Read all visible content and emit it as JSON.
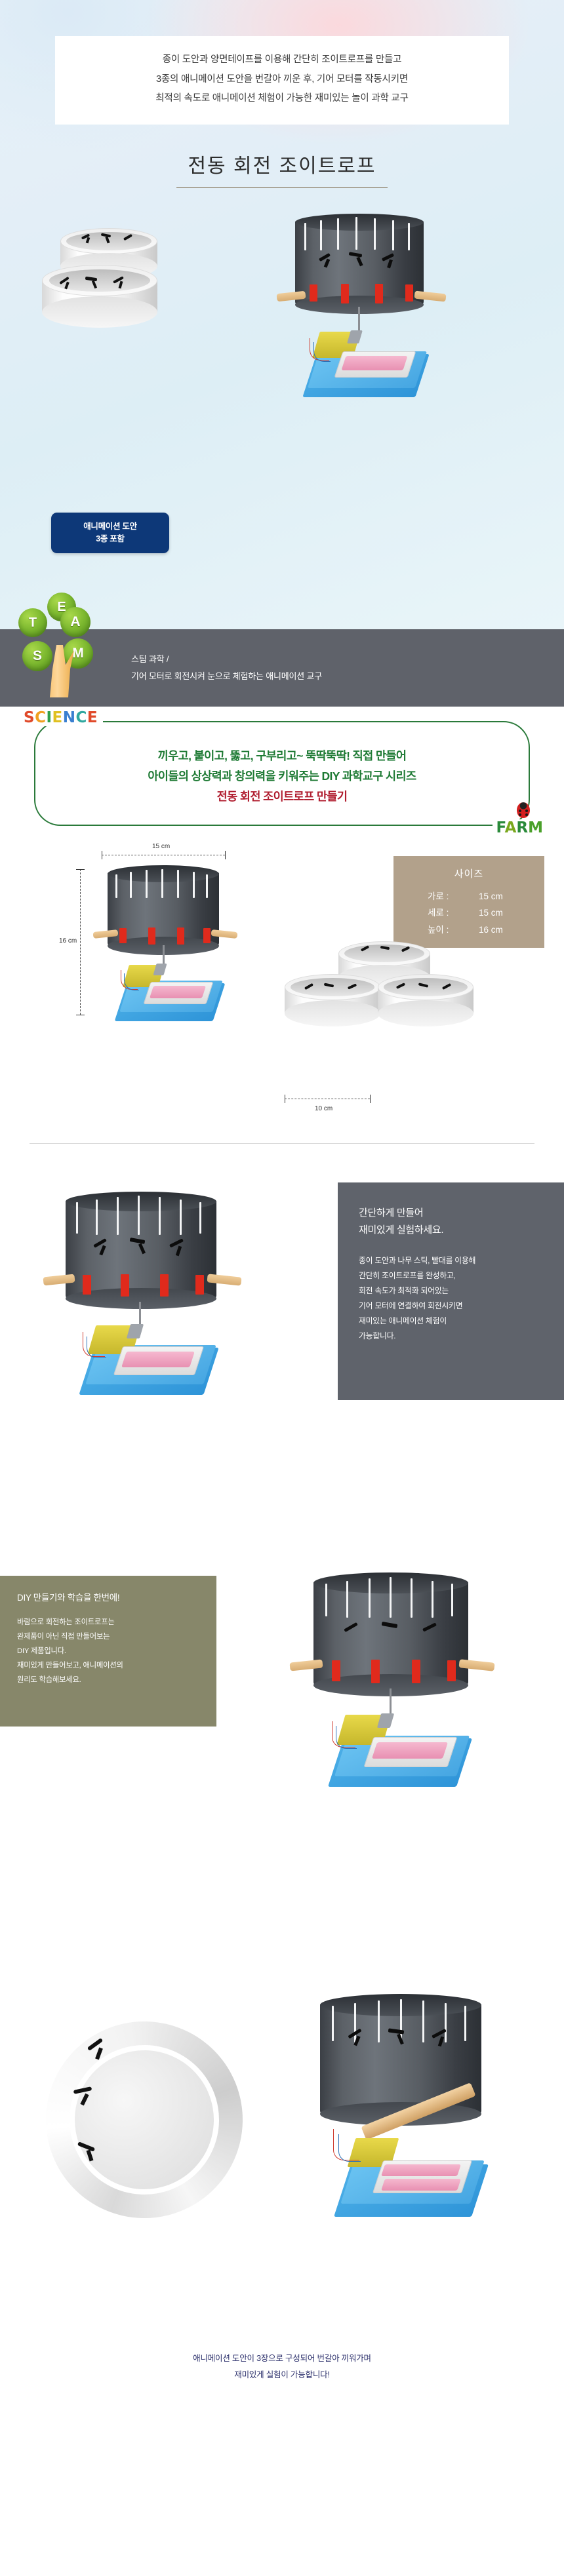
{
  "hero": {
    "caption_lines": [
      "종이 도안과 양면테이프를 이용해 간단히 조이트로프를 만들고",
      "3종의 애니메이션 도안을 번갈아 끼운 후, 기어 모터를 작동시키면",
      "최적의 속도로 애니메이션 체험이 가능한 재미있는 놀이 과학 교구"
    ],
    "title": "전동 회전 조이트로프",
    "badge_line1": "애니메이션 도안",
    "badge_line2": "3종 포함",
    "colors": {
      "badge_bg": "#0d3878",
      "title": "#2d2d2d",
      "rule": "#7d6a4c"
    }
  },
  "steam": {
    "logo_letters": [
      "S",
      "T",
      "E",
      "A",
      "M"
    ],
    "desc_line1": "스팀 과학 /",
    "desc_line2": "기어 모터로 회전시켜 눈으로 체험하는 애니메이션 교구",
    "band_color": "#5f626a"
  },
  "science_farm": {
    "science_word": "SCIENCE",
    "farm_word": "FARM",
    "line1": "끼우고, 붙이고, 뚫고, 구부리고~ 뚝딱뚝딱! 직접 만들어",
    "line2": "아이들의 상상력과 창의력을 키워주는 DIY 과학교구 시리즈",
    "line3": "전동 회전 조이트로프 만들기",
    "colors": {
      "green": "#1e7a34",
      "red": "#b01c2e",
      "frame": "#2a7a3a"
    }
  },
  "spec": {
    "size_title": "사이즈",
    "rows": [
      {
        "key": "가로 :",
        "value": "15 cm"
      },
      {
        "key": "세로 :",
        "value": "15 cm"
      },
      {
        "key": "높이 :",
        "value": "16 cm"
      }
    ],
    "dim_width_top": "15 cm",
    "dim_height_left": "16 cm",
    "dim_rings": "10 cm",
    "box_color": "#b2a18b"
  },
  "feature": {
    "head_line1": "간단하게 만들어",
    "head_line2": "재미있게 실험하세요.",
    "body_lines": [
      "종이 도안과 나무 스틱, 빨대를 이용해",
      "간단히 조이트로프를 완성하고,",
      "회전 속도가 최적화 되어있는",
      "기어 모터에 연결하여 회전시키면",
      "재미있는 애니메이션 체험이",
      "가능합니다."
    ],
    "panel_color": "#5f636b"
  },
  "diy": {
    "head": "DIY 만들기와 학습을 한번에!",
    "body_lines": [
      "바람으로 회전하는 조이트로프는",
      "완제품이 아닌 직접 만들어보는",
      "DIY 제품입니다.",
      "재미있게 만들어보고, 애니메이션의",
      "원리도 학습해보세요."
    ],
    "panel_color": "#87876a"
  },
  "footer": {
    "line1": "애니메이션 도안이 3장으로 구성되어 번갈아 끼워가며",
    "line2": "재미있게 실험이 가능합니다!",
    "color": "#2b2f6b"
  }
}
